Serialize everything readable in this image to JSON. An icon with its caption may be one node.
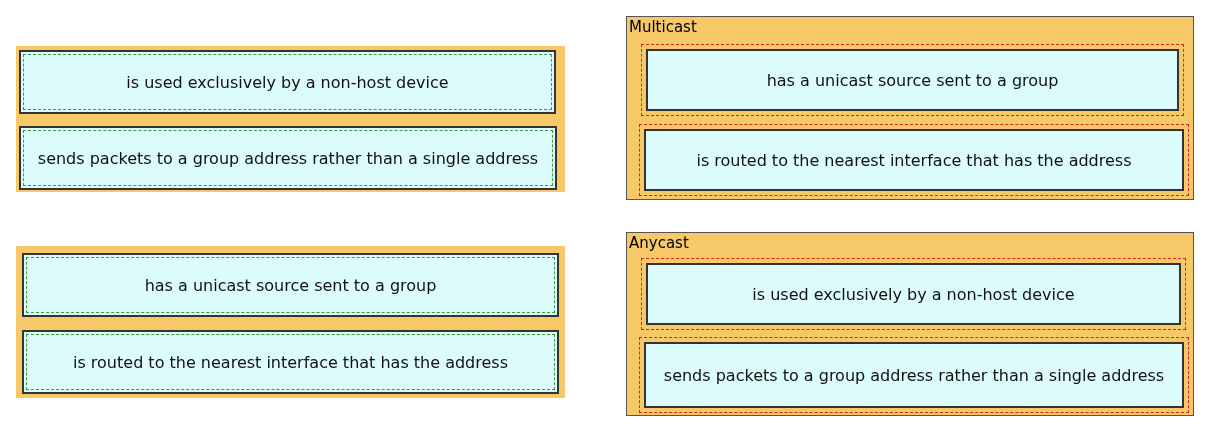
{
  "diagram": {
    "nodes": [
      {
        "text": [],
        "shape": "box"
      },
      {
        "text": [
          "is used exclusively by a non-host device"
        ],
        "in": 0
      },
      {
        "text": [
          "sends packets to a group address rather than a single address"
        ],
        "in": 0
      },
      {
        "text": [
          "Multicast"
        ]
      },
      {
        "text": [
          "has a unicast source sent to a group"
        ],
        "in": 3
      },
      {
        "text": [
          "is routed to the nearest interface that has the address"
        ],
        "in": 3
      },
      {
        "text": [],
        "shape": "box"
      },
      {
        "text": [
          "has a unicast source sent to a group"
        ],
        "in": 6
      },
      {
        "text": [
          "is routed to the nearest interface that has the address"
        ],
        "in": 6
      },
      {
        "text": [
          "Anycast"
        ]
      },
      {
        "text": [
          "is used exclusively by a non-host device"
        ],
        "in": 9
      },
      {
        "text": [
          "sends packets to a group address rather than a single address"
        ],
        "in": 9
      }
    ],
    "edges": []
  }
}
